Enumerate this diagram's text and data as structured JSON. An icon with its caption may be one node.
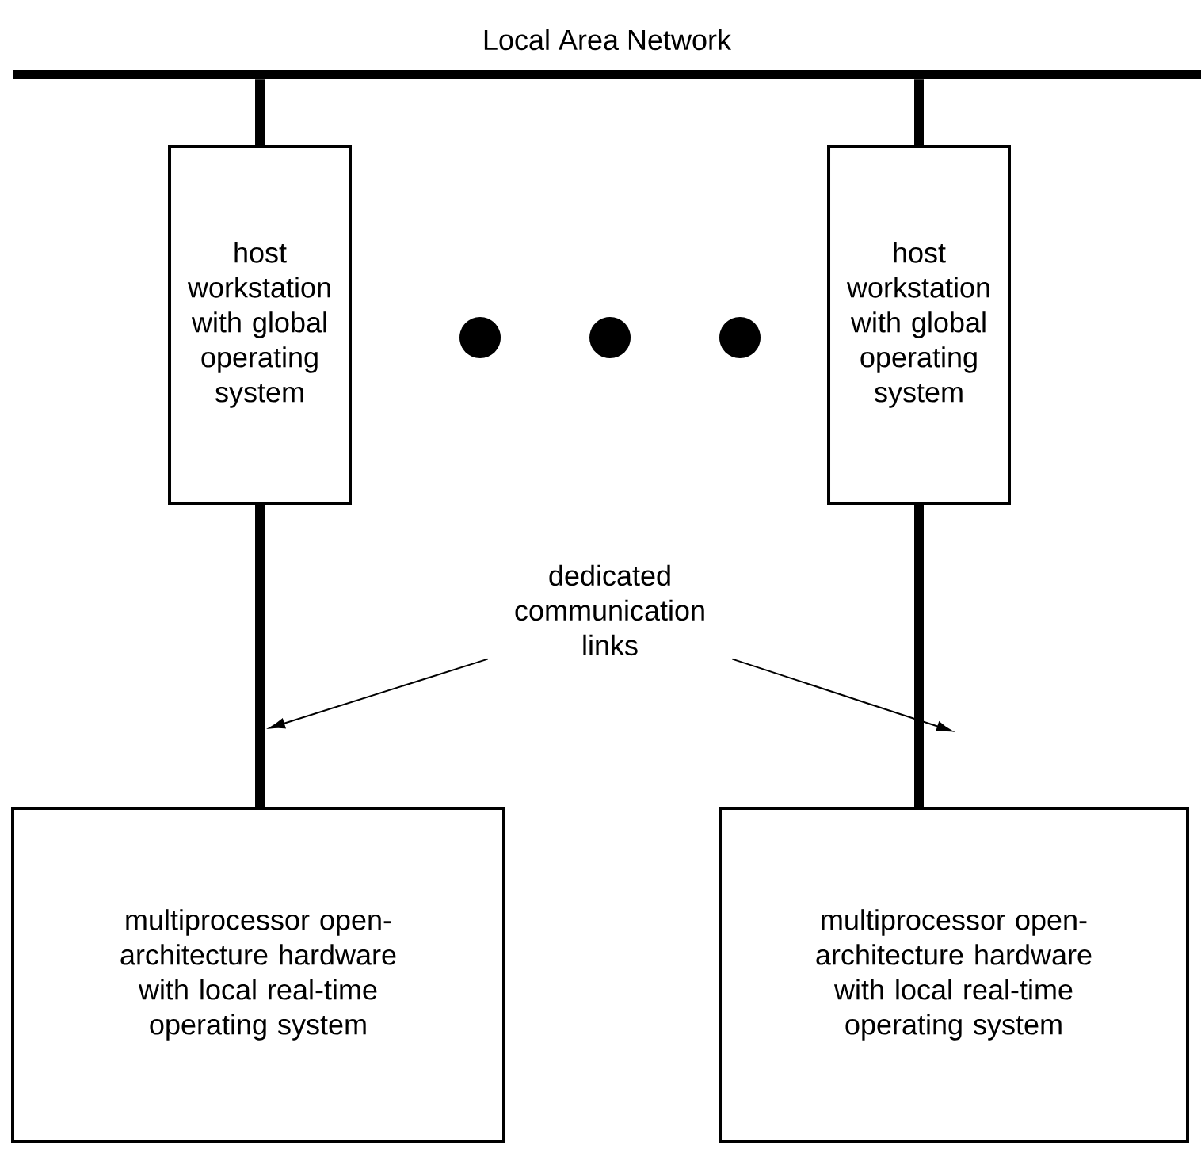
{
  "diagram": {
    "nodes": [
      {
        "text": [
          "Local Area Network"
        ]
      },
      {
        "text": [
          "host workstation with global operating system"
        ]
      },
      {
        "text": [
          "host workstation with global operating system"
        ]
      },
      {
        "text": [
          "dedicated communication links"
        ]
      },
      {
        "text": [
          "multiprocessor open-architecture hardware with local real-time operating system"
        ]
      },
      {
        "text": [
          "multiprocessor open-architecture hardware with local real-time operating system"
        ]
      }
    ],
    "edges": [
      {
        "from": 1,
        "to": 0,
        "arrow": "none"
      },
      {
        "from": 2,
        "to": 0,
        "arrow": "none"
      },
      {
        "from": 1,
        "to": 4,
        "arrow": "none"
      },
      {
        "from": 2,
        "to": 5,
        "arrow": "none"
      },
      {
        "from": 3,
        "to": null,
        "arrow": "to"
      },
      {
        "from": 3,
        "to": null,
        "arrow": "to"
      }
    ]
  }
}
